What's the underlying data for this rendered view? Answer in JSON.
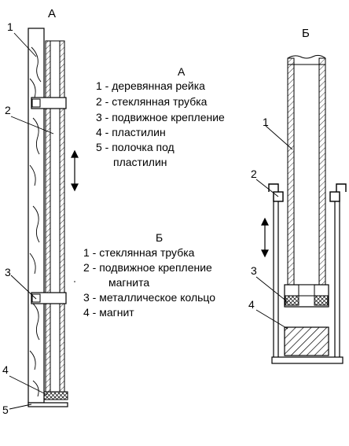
{
  "panel_a": {
    "title": "А",
    "callouts": [
      "1",
      "2",
      "3",
      "4",
      "5"
    ],
    "legend": {
      "heading": "А",
      "items": [
        "1 - деревянная рейка",
        "2 - стеклянная трубка",
        "3 - подвижное крепление",
        "4 - пластилин",
        "5 - полочка под",
        "пластилин"
      ]
    }
  },
  "panel_b": {
    "title": "Б",
    "callouts": [
      "1",
      "2",
      "3",
      "4"
    ],
    "legend": {
      "heading": "Б",
      "items": [
        "1 - стеклянная трубка",
        "2 - подвижное крепление",
        "магнита",
        "3 - металлическое кольцо",
        "4 - магнит"
      ]
    }
  },
  "colors": {
    "line": "#000000",
    "background": "#ffffff"
  }
}
